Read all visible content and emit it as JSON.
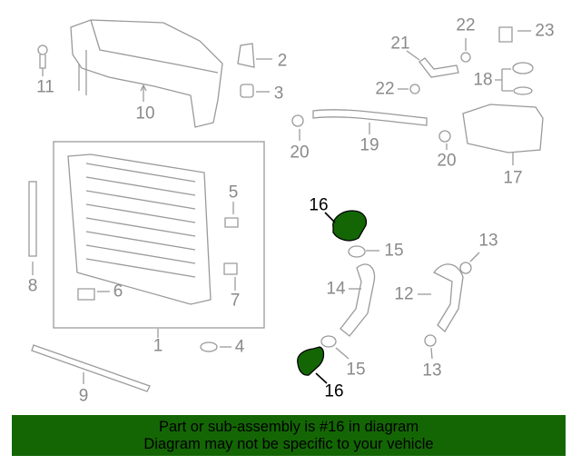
{
  "diagram": {
    "labels": [
      "11",
      "10",
      "2",
      "3",
      "21",
      "22",
      "23",
      "18",
      "22",
      "19",
      "20",
      "20",
      "17",
      "5",
      "16",
      "15",
      "13",
      "8",
      "6",
      "14",
      "12",
      "7",
      "1",
      "4",
      "15",
      "13",
      "9",
      "16"
    ],
    "highlighted_part": "16",
    "highlight_color": "#146605"
  },
  "banner": {
    "line1": "Part or sub-assembly is #16 in diagram",
    "line2": "Diagram may not be specific to your vehicle",
    "background": "#146605"
  }
}
